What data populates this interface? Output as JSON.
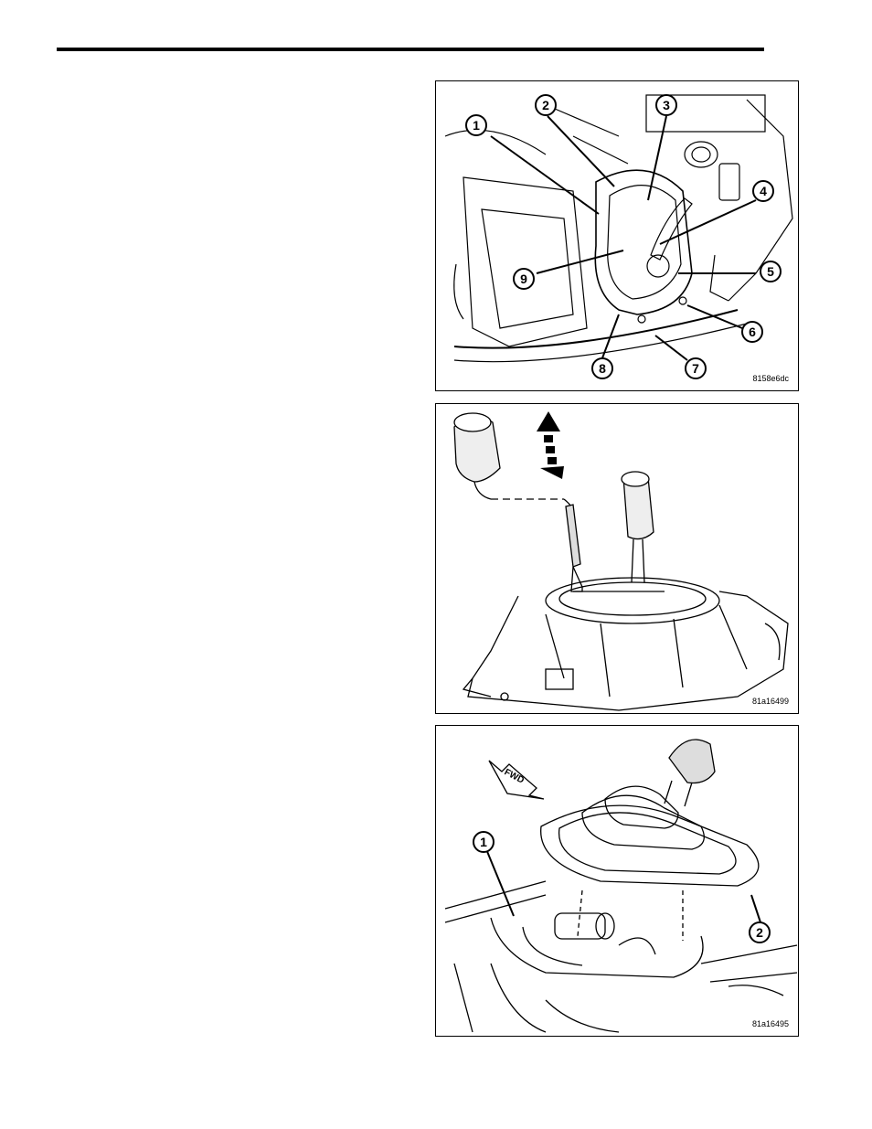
{
  "figures": [
    {
      "code": "8158e6dc",
      "callouts": [
        "1",
        "2",
        "3",
        "4",
        "5",
        "6",
        "7",
        "8",
        "9"
      ]
    },
    {
      "code": "81a16499"
    },
    {
      "code": "81a16495",
      "callouts": [
        "1",
        "2"
      ],
      "direction_label": "FWD"
    }
  ]
}
